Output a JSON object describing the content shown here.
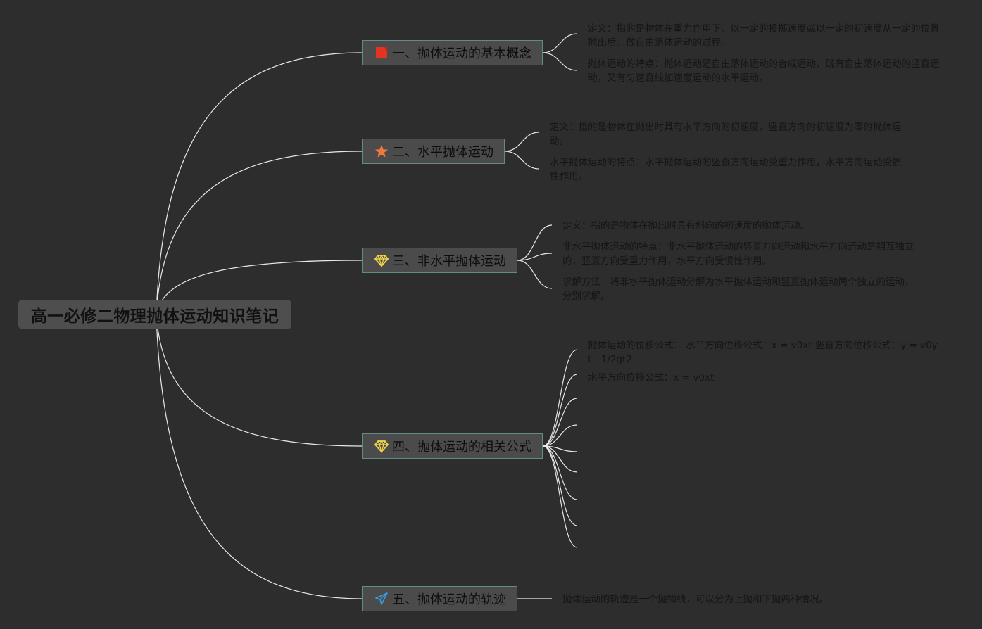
{
  "root": {
    "title": "高一必修二物理抛体运动知识笔记"
  },
  "colors": {
    "background": "#2d2d2d",
    "line": "#e8e8e8",
    "node": "#4b4b4b",
    "node_border": "#5f8c84",
    "text": "#111111"
  },
  "branches": [
    {
      "label": "一、抛体运动的基本概念",
      "icon": "red-flag-icon",
      "leaves": [
        "定义：指的是物体在重力作用下，以一定的投掷速度或以一定的初速度从一定的位置抛出后，做自由落体运动的过程。",
        "抛体运动的特点：抛体运动是自由落体运动的合成运动，既有自由落体运动的竖直运动，又有匀速直线加速度运动的水平运动。"
      ]
    },
    {
      "label": "二、水平抛体运动",
      "icon": "orange-star-icon",
      "leaves": [
        "定义：指的是物体在抛出时具有水平方向的初速度，竖直方向的初速度为零的抛体运动。",
        "水平抛体运动的特点：水平抛体运动的竖直方向运动受重力作用，水平方向运动受惯性作用。"
      ]
    },
    {
      "label": "三、非水平抛体运动",
      "icon": "yellow-diamond-icon",
      "leaves": [
        "定义：指的是物体在抛出时具有斜向的初速度的抛体运动。",
        "非水平抛体运动的特点：非水平抛体运动的竖直方向运动和水平方向运动是相互独立的，竖直方向受重力作用，水平方向受惯性作用。",
        "求解方法：将非水平抛体运动分解为水平抛体运动和竖直抛体运动两个独立的运动，分别求解。"
      ]
    },
    {
      "label": "四、抛体运动的相关公式",
      "icon": "yellow-diamond-icon",
      "leaves": [
        "抛体运动的位移公式： 水平方向位移公式：x = v0xt 竖直方向位移公式：y = v0yt - 1/2gt2",
        "水平方向位移公式：x = v0xt",
        "",
        "",
        "",
        "",
        "",
        "",
        ""
      ]
    },
    {
      "label": "五、抛体运动的轨迹",
      "icon": "blue-paper-plane-icon",
      "leaves": [
        "抛体运动的轨迹是一个抛物线，可以分为上抛和下抛两种情况。"
      ]
    }
  ]
}
